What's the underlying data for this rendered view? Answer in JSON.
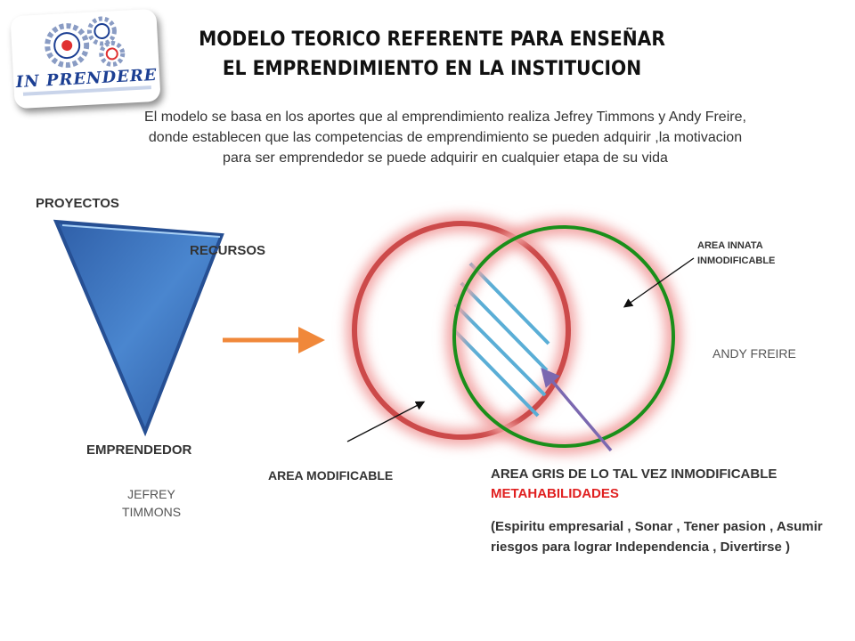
{
  "logo": {
    "text": "IN PRENDERE"
  },
  "title": "MODELO TEORICO REFERENTE PARA ENSEÑAR EL EMPRENDIMIENTO  EN LA INSTITUCION",
  "intro": "El modelo se basa en los aportes que al emprendimiento realiza Jefrey Timmons  y Andy Freire, donde establecen que  las  competencias de emprendimiento  se pueden adquirir ,la motivacion para ser emprendedor se puede adquirir en cualquier etapa de su vida",
  "triangle": {
    "top_left": "PROYECTOS",
    "top_right": "RECURSOS",
    "bottom": "EMPRENDEDOR",
    "author": "JEFREY TIMMONS"
  },
  "venn": {
    "innate_label": "AREA INNATA INMODIFICABLE",
    "author": "ANDY FREIRE",
    "modifiable_label": "AREA MODIFICABLE",
    "gray_label": "AREA GRIS DE LO TAL VEZ INMODIFICABLE",
    "meta_label": "METAHABILIDADES",
    "meta_list": "(Espiritu empresarial ,  Sonar , Tener pasion ,  Asumir riesgos para lograr Independencia  ,  Divertirse )"
  },
  "colors": {
    "triangle": "#3a6fb8",
    "arrow_orange": "#f0883a",
    "circle_left": "#cc4a4a",
    "circle_right": "#1a8f1a",
    "hatch": "#5aaed6",
    "arrow_purple": "#7b68b0",
    "meta_red": "#e02020"
  }
}
